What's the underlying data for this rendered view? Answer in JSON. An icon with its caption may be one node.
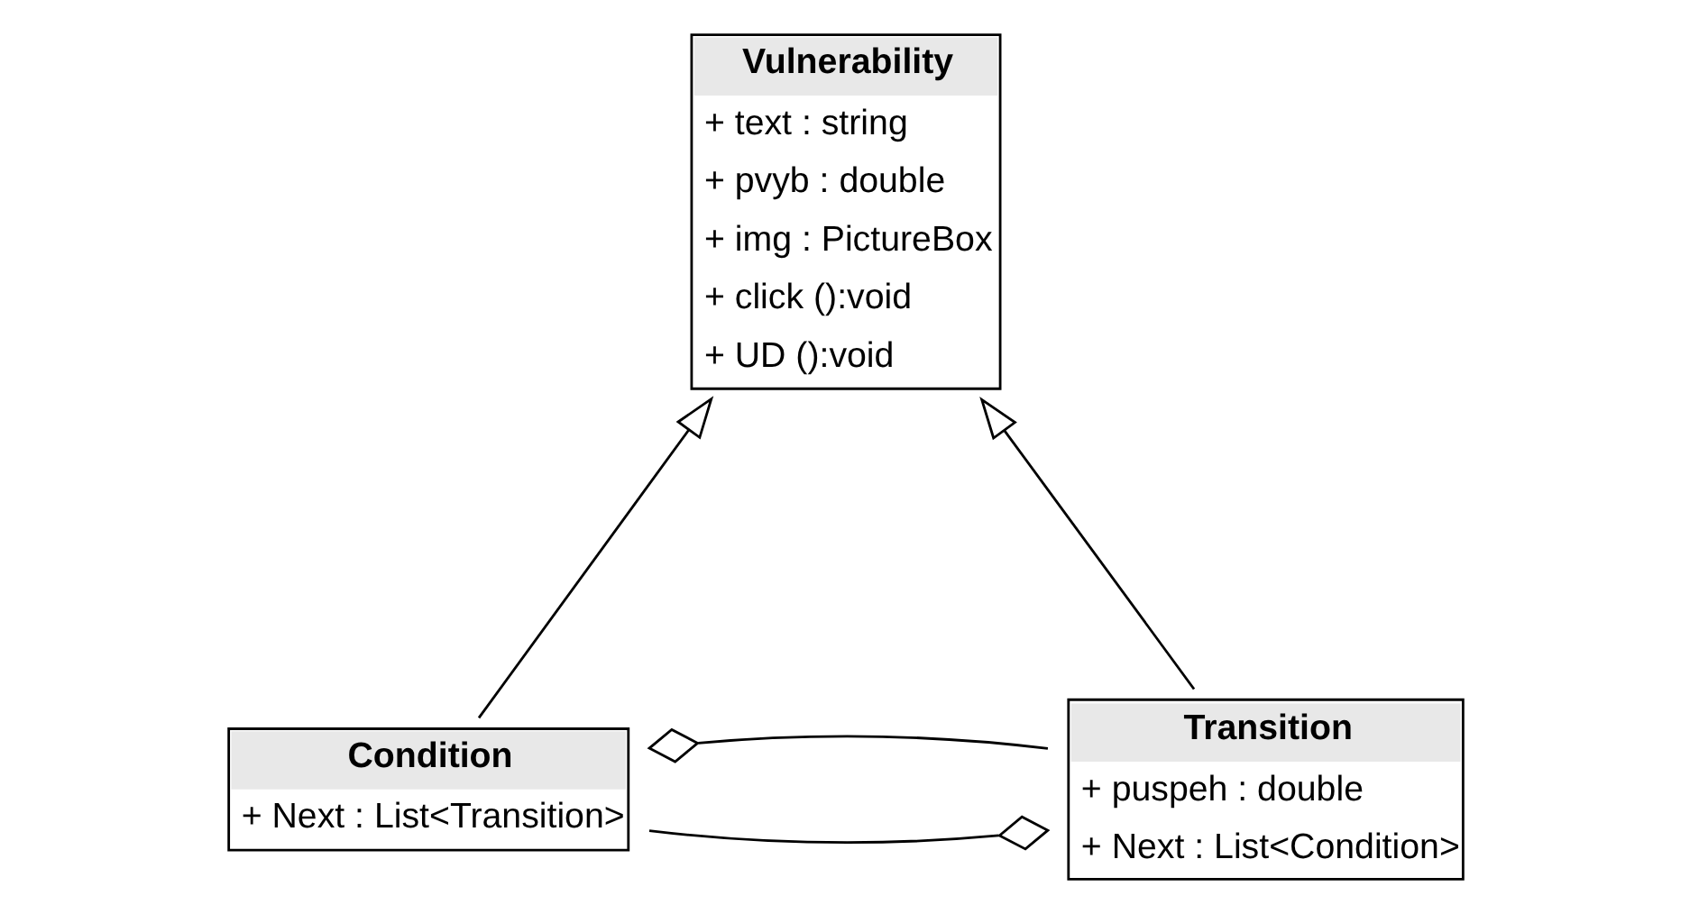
{
  "diagram": {
    "nodes": [
      {
        "text": [
          "Vulnerability",
          "+ text : string",
          "+ pvyb : double",
          "+ img : PictureBox",
          "+ click ():void",
          "+ UD ():void"
        ]
      },
      {
        "text": [
          "Condition",
          "+ Next : List<Transition>"
        ]
      },
      {
        "text": [
          "Transition",
          "+ puspeh : double",
          "+ Next : List<Condition>"
        ]
      }
    ],
    "edges": [
      {
        "from": 1,
        "to": 0,
        "arrow": "to"
      },
      {
        "from": 2,
        "to": 0,
        "arrow": "to"
      },
      {
        "from": 1,
        "to": 2,
        "arrow": "other"
      },
      {
        "from": 2,
        "to": 1,
        "arrow": "other"
      }
    ]
  }
}
